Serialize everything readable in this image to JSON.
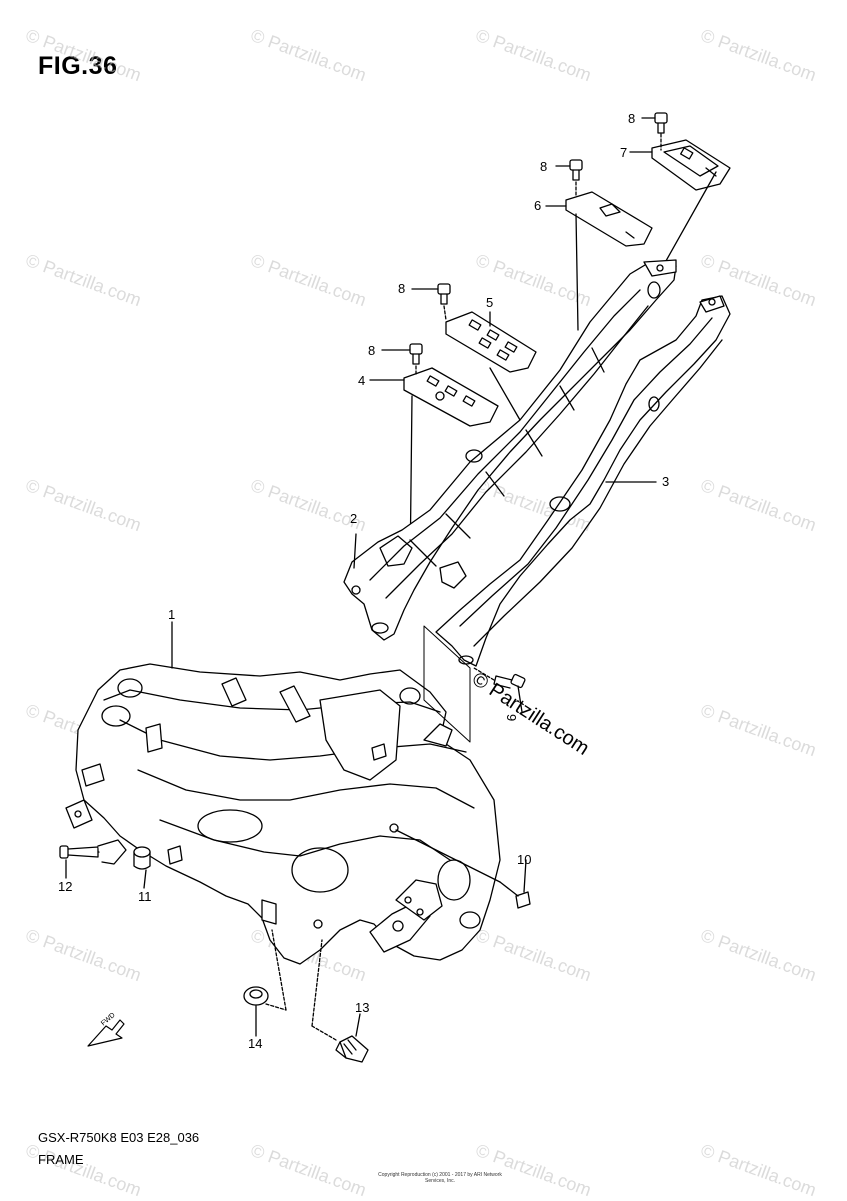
{
  "header": {
    "title": "FIG.36"
  },
  "callouts": {
    "c1": "1",
    "c2": "2",
    "c3": "3",
    "c4": "4",
    "c5": "5",
    "c6": "6",
    "c7": "7",
    "c8a": "8",
    "c8b": "8",
    "c8c": "8",
    "c8d": "8",
    "c9": "9",
    "c10": "10",
    "c11": "11",
    "c12": "12",
    "c13": "13",
    "c14": "14"
  },
  "fwd_label": "FWD",
  "watermark": {
    "text": "© Partzilla.com",
    "center": "© Partzilla.com"
  },
  "footer": {
    "model_code": "GSX-R750K8 E03 E28_036",
    "section": "FRAME",
    "copyright": "Copyright Reproduction (c) 2001 - 2017 by ARI Network Services, Inc."
  },
  "colors": {
    "line": "#000000",
    "watermark": "#bfbfbf",
    "background": "#ffffff"
  }
}
